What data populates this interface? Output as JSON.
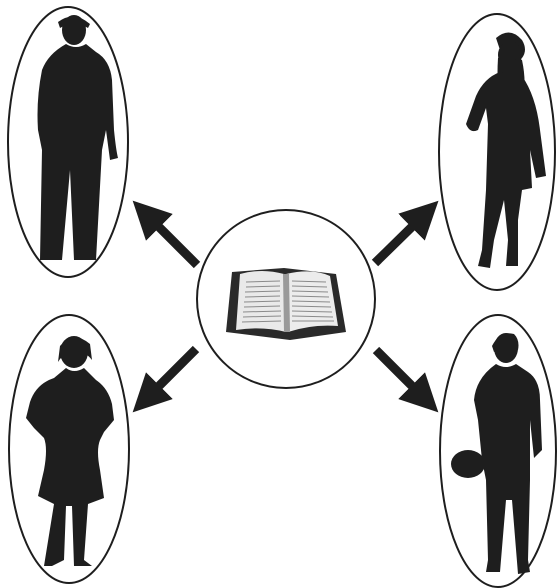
{
  "diagram": {
    "center": {
      "icon": "open-bible-icon"
    },
    "people": [
      {
        "name": "silhouette-man-hoodie",
        "icon": "person-silhouette-icon"
      },
      {
        "name": "silhouette-woman-cap",
        "icon": "person-silhouette-icon"
      },
      {
        "name": "silhouette-girl-hands-on-hips",
        "icon": "person-silhouette-icon"
      },
      {
        "name": "silhouette-man-with-ball",
        "icon": "person-silhouette-icon"
      }
    ],
    "arrows": [
      "up-left",
      "up-right",
      "down-left",
      "down-right"
    ],
    "colors": {
      "ink": "#1e1e1e",
      "page": "#ffffff",
      "book_cover": "#2a2a2a",
      "book_pages": "#e9e9e9"
    }
  }
}
